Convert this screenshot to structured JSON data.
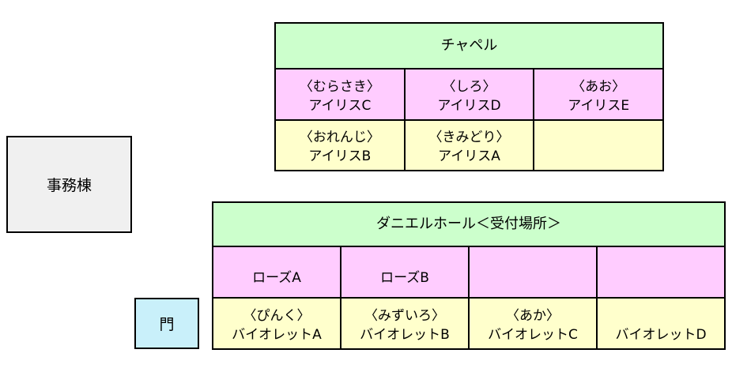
{
  "colors": {
    "green": "#ccffcc",
    "pink": "#ffccff",
    "yellow": "#ffffcc",
    "cyan": "#c9f0fa",
    "gray": "#f0f0f0",
    "border": "#000000",
    "background": "#ffffff"
  },
  "office": {
    "label": "事務棟"
  },
  "gate": {
    "label": "門"
  },
  "chapel": {
    "title": "チャペル",
    "row1": [
      {
        "label": "〈むらさき〉",
        "room": "アイリスC"
      },
      {
        "label": "〈しろ〉",
        "room": "アイリスD"
      },
      {
        "label": "〈あお〉",
        "room": "アイリスE"
      }
    ],
    "row2": [
      {
        "label": "〈おれんじ〉",
        "room": "アイリスB"
      },
      {
        "label": "〈きみどり〉",
        "room": "アイリスA"
      },
      {
        "label": "",
        "room": ""
      }
    ]
  },
  "daniel_hall": {
    "title": "ダニエルホール＜受付場所＞",
    "row1": [
      {
        "label": "",
        "room": "ローズA"
      },
      {
        "label": "",
        "room": "ローズB"
      },
      {
        "label": "",
        "room": ""
      },
      {
        "label": "",
        "room": ""
      }
    ],
    "row2": [
      {
        "label": "〈ぴんく〉",
        "room": "バイオレットA"
      },
      {
        "label": "〈みずいろ〉",
        "room": "バイオレットB"
      },
      {
        "label": "〈あか〉",
        "room": "バイオレットC"
      },
      {
        "label": "",
        "room": "バイオレットD"
      }
    ]
  }
}
